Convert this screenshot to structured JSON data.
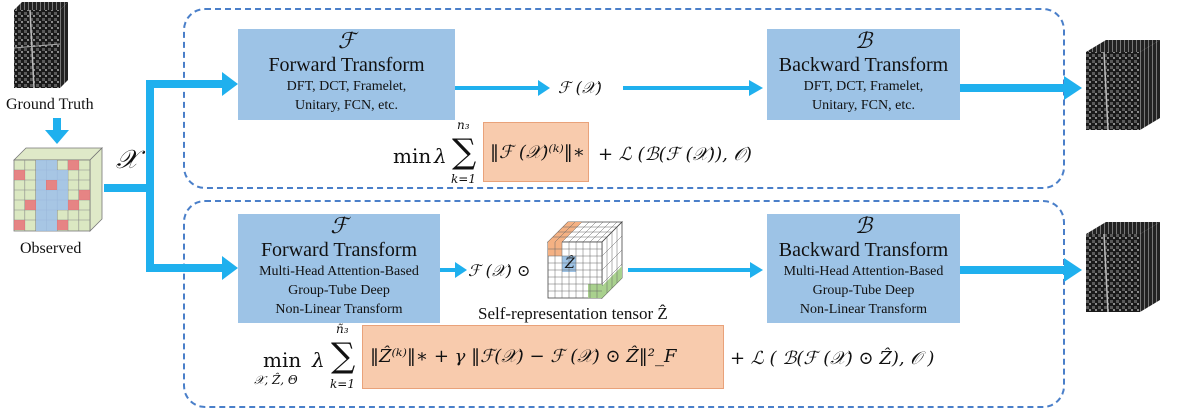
{
  "left": {
    "ground_truth_label": "Ground Truth",
    "observed_label": "Observed",
    "x_symbol": "𝒳"
  },
  "top_branch": {
    "forward": {
      "symbol": "ℱ",
      "title": "Forward Transform",
      "line1": "DFT, DCT, Framelet,",
      "line2": "Unitary, FCN, etc."
    },
    "mid_label": "ℱ (𝒳)",
    "backward": {
      "symbol": "ℬ",
      "title": "Backward Transform",
      "line1": "DFT, DCT, Framelet,",
      "line2": "Unitary, FCN, etc."
    },
    "objective": {
      "min": "min",
      "lambda": "λ",
      "sum_upper": "n₃",
      "sum_lower": "k=1",
      "nuclear_term": "‖ℱ (𝒳)⁽ᵏ⁾‖∗",
      "loss_term": "+ ℒ (ℬ(ℱ (𝒳)), 𝒪)"
    }
  },
  "bottom_branch": {
    "forward": {
      "symbol": "ℱ",
      "title": "Forward Transform",
      "line1": "Multi-Head Attention-Based",
      "line2": "Group-Tube Deep",
      "line3": "Non-Linear Transform"
    },
    "mid_label": "ℱ (𝒳) ⊙",
    "tensor_symbol": "Ẑ",
    "tensor_caption": "Self-representation tensor Ẑ",
    "backward": {
      "symbol": "ℬ",
      "title": "Backward Transform",
      "line1": "Multi-Head Attention-Based",
      "line2": "Group-Tube Deep",
      "line3": "Non-Linear Transform"
    },
    "objective": {
      "min": "min",
      "min_sub": "𝒳, Ẑ, Θ",
      "lambda": "λ",
      "sum_upper": "ñ₃",
      "sum_lower": "k=1",
      "nuclear_term": "‖Ẑ⁽ᵏ⁾‖∗ + γ ‖ℱ(𝒳) − ℱ (𝒳) ⊙ Ẑ‖²_F",
      "loss_term": "+ ℒ ( ℬ(ℱ (𝒳) ⊙ Ẑ), 𝒪 )"
    }
  },
  "colors": {
    "arrow": "#1fb0ee",
    "box_fill": "#9dc3e6",
    "dash_border": "#4a7fc9",
    "highlight": "#f8cbad"
  }
}
